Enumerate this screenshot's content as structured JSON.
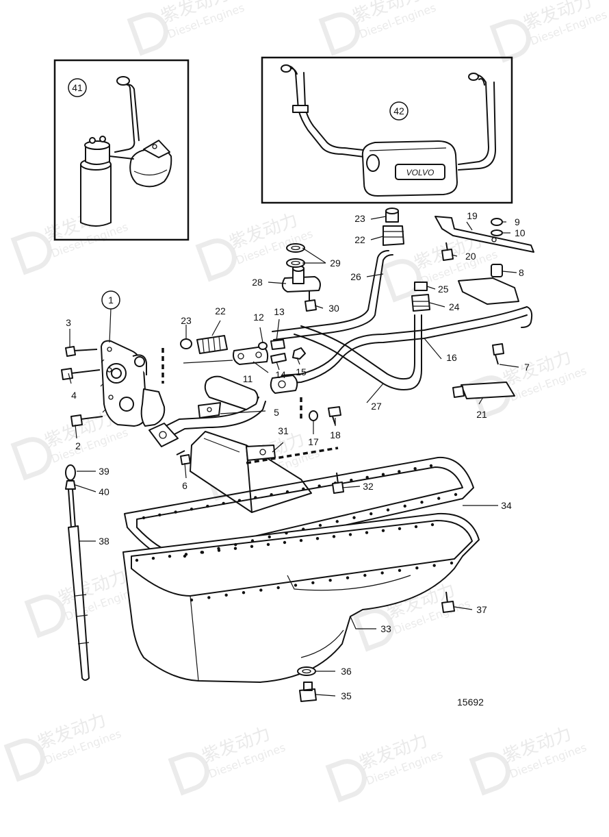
{
  "watermark": {
    "brand_cn": "紫发动力",
    "brand_en": "Diesel-Engines"
  },
  "drawing_number": "15692",
  "insets": [
    {
      "label": "41"
    },
    {
      "label": "42"
    }
  ],
  "inset_badge_text": "VOLVO",
  "callouts": {
    "c1": "1",
    "c2": "2",
    "c3": "3",
    "c4": "4",
    "c5": "5",
    "c6": "6",
    "c7": "7",
    "c8": "8",
    "c9": "9",
    "c10": "10",
    "c11": "11",
    "c12": "12",
    "c13": "13",
    "c14": "14",
    "c15": "15",
    "c16": "16",
    "c17": "17",
    "c18": "18",
    "c19": "19",
    "c20": "20",
    "c21": "21",
    "c22a": "22",
    "c22b": "22",
    "c23a": "23",
    "c23b": "23",
    "c24": "24",
    "c25": "25",
    "c26": "26",
    "c27": "27",
    "c28": "28",
    "c29": "29",
    "c30": "30",
    "c31": "31",
    "c32": "32",
    "c33": "33",
    "c34": "34",
    "c35": "35",
    "c36": "36",
    "c37": "37",
    "c38": "38",
    "c39": "39",
    "c40": "40"
  }
}
